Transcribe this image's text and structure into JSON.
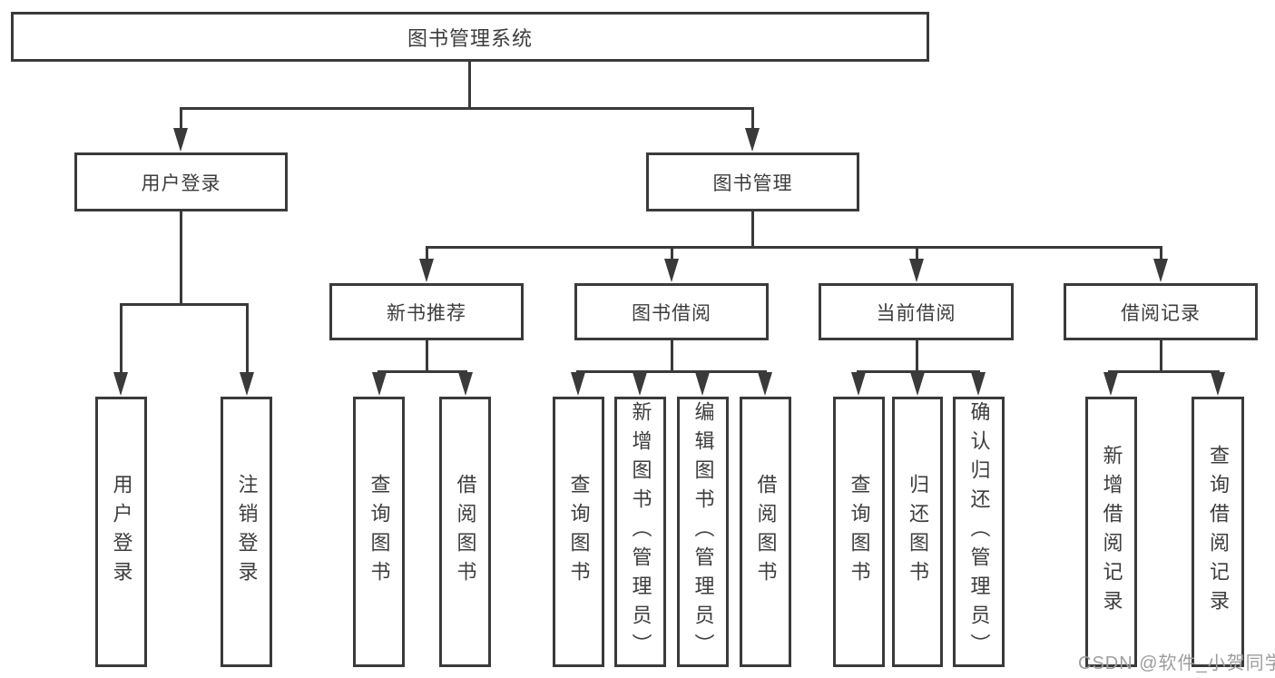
{
  "tree": {
    "root": {
      "label": "图书管理系统"
    },
    "children": [
      {
        "label": "用户登录",
        "children": [
          {
            "label": "用户登录"
          },
          {
            "label": "注销登录"
          }
        ]
      },
      {
        "label": "图书管理",
        "children": [
          {
            "label": "新书推荐",
            "children": [
              {
                "label": "查询图书"
              },
              {
                "label": "借阅图书"
              }
            ]
          },
          {
            "label": "图书借阅",
            "children": [
              {
                "label": "查询图书"
              },
              {
                "label": "新增图书（管理员）"
              },
              {
                "label": "编辑图书（管理员）"
              },
              {
                "label": "借阅图书"
              }
            ]
          },
          {
            "label": "当前借阅",
            "children": [
              {
                "label": "查询图书"
              },
              {
                "label": "归还图书"
              },
              {
                "label": "确认归还（管理员）"
              }
            ]
          },
          {
            "label": "借阅记录",
            "children": [
              {
                "label": "新增借阅记录"
              },
              {
                "label": "查询借阅记录"
              }
            ]
          }
        ]
      }
    ]
  },
  "watermark": {
    "text": "CSDN @软件_小贺同学"
  },
  "colors": {
    "line": "#3a3a3a",
    "text": "#3d3d3d",
    "box_background": "#ffffff",
    "page_background": "#ffffff",
    "watermark": "#9d9d9d"
  }
}
